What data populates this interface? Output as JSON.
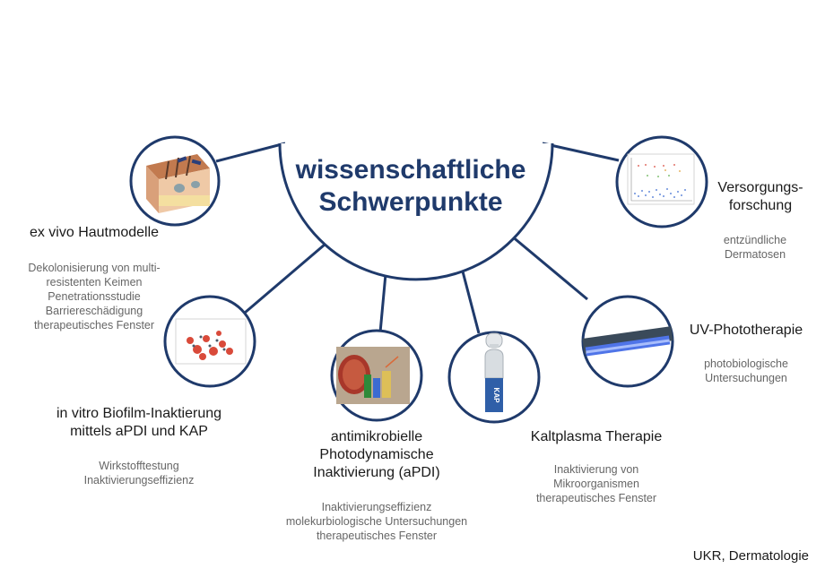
{
  "title": {
    "line1": "wissenschaftliche",
    "line2": "Schwerpunkte"
  },
  "colors": {
    "navy": "#1f3a6b",
    "text": "#1a1a1a",
    "subtext": "#666666"
  },
  "nodes": {
    "haut": {
      "icon": "skin-model-icon",
      "heading": [
        "ex vivo Hautmodelle"
      ],
      "details": [
        "Dekolonisierung von multi-",
        "resistenten Keimen",
        "Penetrationsstudie",
        "Barriereschädigung",
        "therapeutisches Fenster"
      ]
    },
    "biofilm": {
      "icon": "biofilm-icon",
      "heading": [
        "in vitro Biofilm-Inaktierung",
        "mittels aPDI und KAP"
      ],
      "details": [
        "Wirkstofftestung",
        "Inaktivierungseffizienz"
      ]
    },
    "apdi": {
      "icon": "petri-dish-icon",
      "heading": [
        "antimikrobielle",
        "Photodynamische",
        "Inaktivierung (aPDI)"
      ],
      "details": [
        "Inaktivierungseffizienz",
        "molekurbiologische Untersuchungen",
        "therapeutisches Fenster"
      ]
    },
    "kap": {
      "icon": "plasma-device-icon",
      "device_label": "KAP",
      "heading": [
        "Kaltplasma Therapie"
      ],
      "details": [
        "Inaktivierung von",
        "Mikroorganismen",
        "therapeutisches Fenster"
      ]
    },
    "uv": {
      "icon": "uv-lamp-icon",
      "heading": [
        "UV-Phototherapie"
      ],
      "details": [
        "photobiologische",
        "Untersuchungen"
      ]
    },
    "versorgung": {
      "icon": "scatter-plot-icon",
      "heading": [
        "Versorgungs-",
        "forschung"
      ],
      "details": [
        "entzündliche",
        "Dermatosen"
      ]
    }
  },
  "footer": "UKR, Dermatologie"
}
